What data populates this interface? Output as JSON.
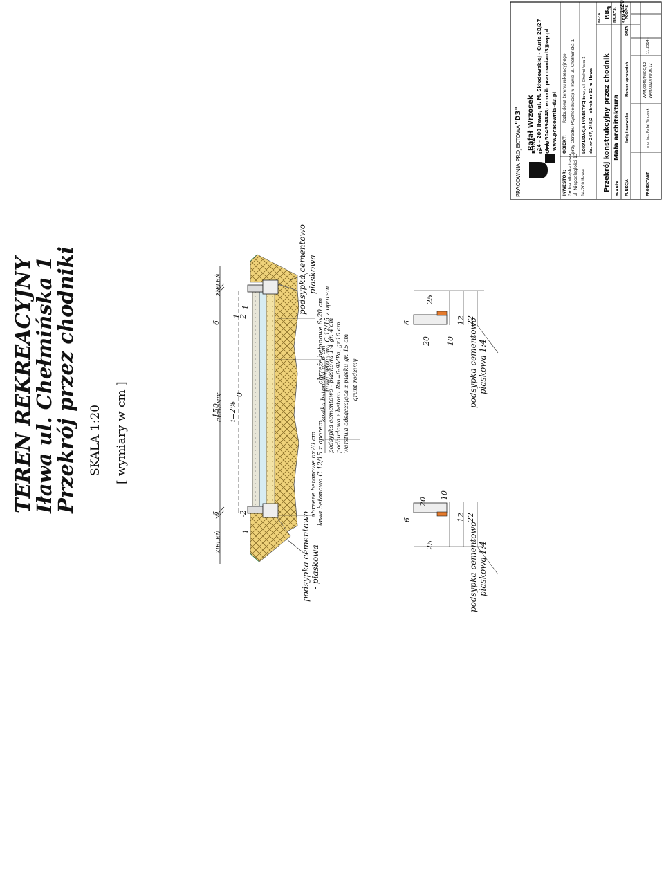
{
  "title": {
    "line1": "TEREN REKREACYJNY",
    "line2": "Iława ul. Chełmińska 1",
    "line3": "Przekrój przez chodniki"
  },
  "scale_label": "SKALA 1:20",
  "units_label": "[ wymiary w cm ]",
  "section": {
    "zielen_left": "ZIELEŃ",
    "zielen_right": "ZIELEŃ",
    "width_total": "150",
    "chodnik": "CHODNIK",
    "slope": "i=2%",
    "dim_6_left": "6",
    "dim_6_right": "6",
    "level_0": "0",
    "level_minus2": "-2",
    "level_plus2": "+2",
    "level_plus1": "+1",
    "i_left": "i",
    "i_right": "i",
    "podsypka_left_1": "podsypka cementowo",
    "podsypka_left_2": "- piaskowa",
    "podsypka_right_1": "podsypka cementowo",
    "podsypka_right_2": "- piaskowa",
    "obrzeze_left_1": "obrzeże betonowe 6x20 cm",
    "obrzeze_left_2": "ława betonowa C 12/15 z oporem",
    "obrzeze_right_1": "obrzeże betonowe 6x20 cm",
    "obrzeze_right_2": "ława betonowa C 12/15 z oporem",
    "layers": [
      "kostka betonowa gr. 6 cm",
      "podsypka cementowo - piaskowa 1:4 gr. 4 cm",
      "podbudowa z betonu Rm=6-9MPa, gr.10 cm",
      "warstwa odsączająca z piasku gr. 15 cm",
      "grunt rodzimy"
    ]
  },
  "detail_left": {
    "d6": "6",
    "d20": "20",
    "d10": "10",
    "d12": "12",
    "d22": "22",
    "d25": "25",
    "label1": "podsypka cementowo",
    "label2": "- piaskowa 1:4"
  },
  "detail_right": {
    "d6": "6",
    "d20": "20",
    "d10": "10",
    "d12": "12",
    "d22": "22",
    "d25": "25",
    "label1": "podsypka cementowo",
    "label2": "- piaskowa 1:4"
  },
  "title_block": {
    "office_label": "PRACOWNIA PROJEKTOWA",
    "office_name": "\"D3\"",
    "logo_line1": "ROGA",
    "logo_line2": "O",
    "logo_line3": "OMU",
    "person": "Rafał Wrzosek",
    "address": "14 - 200 Iława,  ul. M. Skłodowskiej - Curie 2B/27",
    "phone_email": "tel. 504694848; e-mail: pracownia-d3@wp.pl",
    "www": "www.pracownia-d3.pl",
    "investor_label": "INWESTOR:",
    "investor_1": "Gmina Miejska Iława",
    "investor_2": "ul. Niepodległości 13",
    "investor_3": "14-200 Iława",
    "object_label": "OBIEKT:",
    "object_1": "Rozbudowa terenu rekreacyjnego",
    "object_2": "przy Ośrodku Psychoedukacji w Iławie ul. Chełmińska 1",
    "location_label": "LOKALIZACJA INWESTYCJI:",
    "location_1": "Iława,  ul.  Chełmińska  1",
    "location_2": "dz.  nr  247,  248/2  -  obręb  nr  12  m.  Iława",
    "drawing_title": "Przekrój konstrukcyjny przez chodnik",
    "faza_label": "FAZA",
    "faza": "P.B.",
    "nr_label": "NR.RYS.",
    "nr": "3",
    "branza_label": "BRANŻA",
    "branza": "Mała architektura",
    "skala_label": "SKALA",
    "skala": "1:20",
    "funkcja_label": "FUNKCJA",
    "imie_label": "Imię  i  nazwisko",
    "numer_label": "Numer  uprawnień",
    "data_label": "DATA",
    "podpis_label": "PODPIS",
    "projektant_label": "PROJEKTANT",
    "projektant_name": "mgr inż. Rafał Wrzosek",
    "numer_1": "WAM/0049/PWOO/12",
    "numer_2": "WAM/0027/POOK/12",
    "date": "11.2014 r."
  }
}
